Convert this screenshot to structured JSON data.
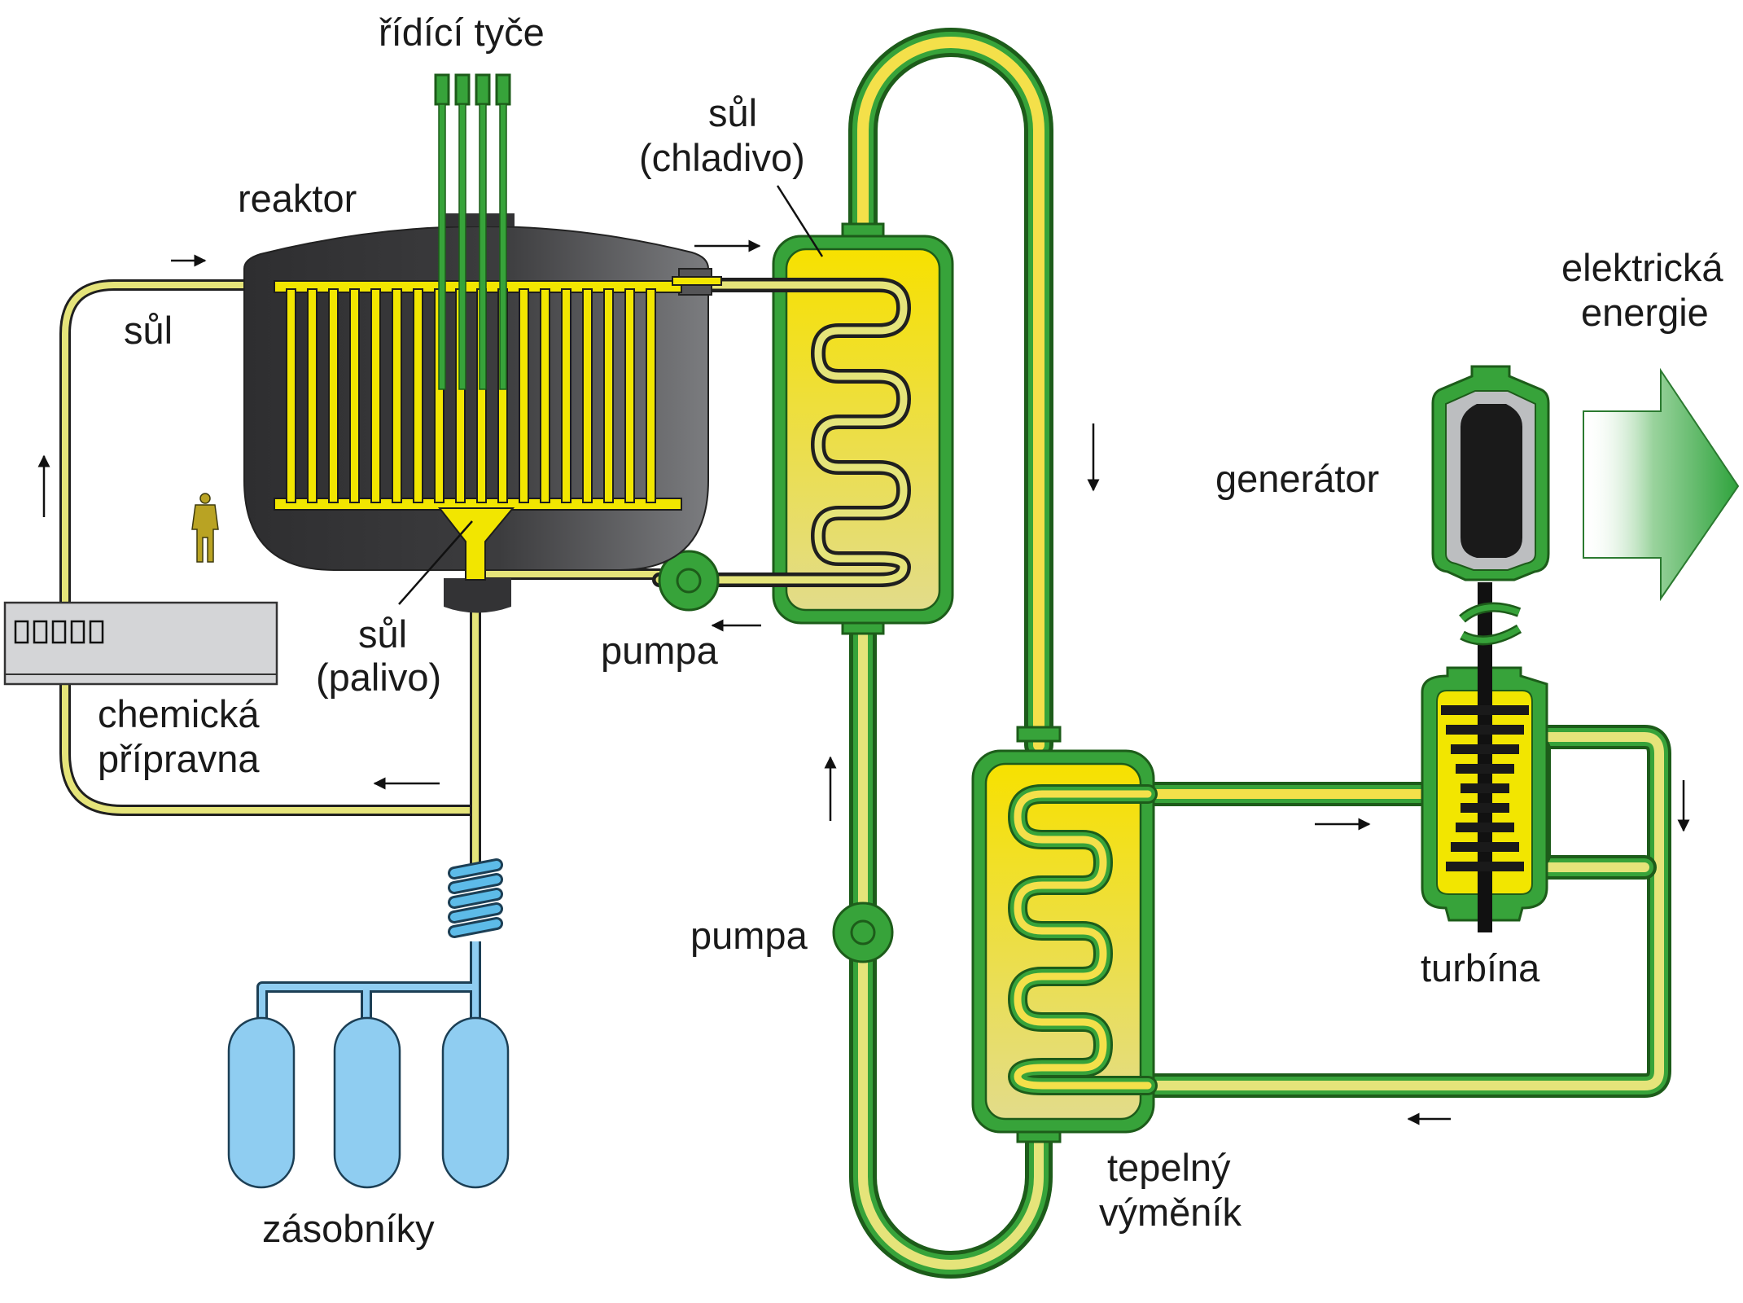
{
  "labels": {
    "control_rods": "řídící tyče",
    "reactor": "reaktor",
    "salt_left": "sůl",
    "salt_coolant_line1": "sůl",
    "salt_coolant_line2": "(chladivo)",
    "salt_fuel_line1": "sůl",
    "salt_fuel_line2": "(palivo)",
    "pump_upper": "pumpa",
    "pump_lower": "pumpa",
    "chem_line1": "chemická",
    "chem_line2": "přípravna",
    "tanks": "zásobníky",
    "electric_line1": "elektrická",
    "electric_line2": "energie",
    "generator": "generátor",
    "turbine": "turbína",
    "exchanger_line1": "tepelný",
    "exchanger_line2": "výměník"
  },
  "colors": {
    "reactor_body": "#4a4a4c",
    "fuel_salt": "#f2e600",
    "pipe_yellow": "#e5e47a",
    "coolant_green": "#37a33a",
    "storage_blue": "#8fcdf1",
    "generator_gray": "#bcbec0",
    "energy_arrow": "#3fae49"
  }
}
